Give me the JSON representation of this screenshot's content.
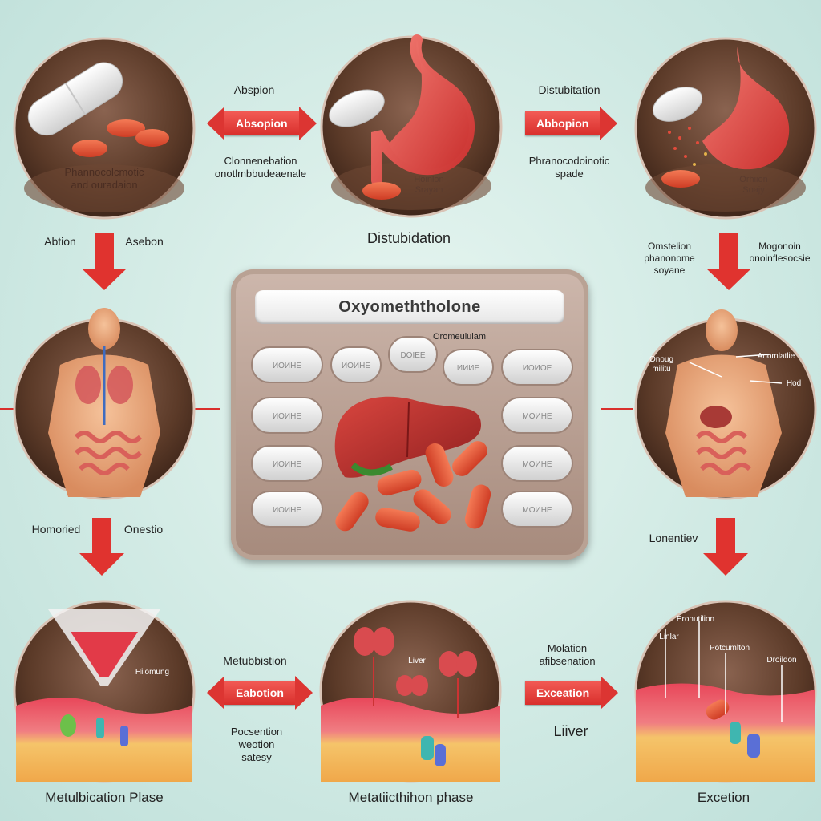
{
  "colors": {
    "accent_red": "#d92f2c",
    "pill_orange": "#e2553a",
    "circle_bg": "#5b3a28",
    "background": "#cfe9e3"
  },
  "top_row": {
    "circle1_label": "Phannocolcmotic\nand ouradaion",
    "circle2_label": "Hoinlon\nSrayan",
    "circle3_label": "Orhiion\nSoajy",
    "tag1": "Absopion",
    "tag1_heading": "Abspion",
    "tag1_caption": "Clonnenebation\nonotlmbbudeaenale",
    "tag2": "Abbopion",
    "tag2_heading": "Distubitation",
    "tag2_caption": "Phranocodoinotic\nspade",
    "center_caption": "Distubidation"
  },
  "side_labels": {
    "left_top_a": "Abtion",
    "left_top_b": "Asebon",
    "right_top_a": "Omstelion\nphanonome\nsoyane",
    "right_top_b": "Mogonoin\nonoinflesocsie",
    "left_bottom_a": "Homoried",
    "left_bottom_b": "Onestio",
    "right_bottom": "Lonentiev"
  },
  "middle_row": {
    "right_callout_1": "Onoug\nmilitu",
    "right_callout_2": "Anomlatlie",
    "right_callout_3": "Hod"
  },
  "panel": {
    "title": "Oxyomeththolone",
    "subtitle": "Oromeululam",
    "pill_labels": [
      "ИОИНЕ",
      "ИОИНЕ",
      "DOIEE",
      "ИИИЕ",
      "ИОИОЕ",
      "ИОИНЕ",
      "МОИНЕ",
      "ИОИНЕ",
      "МОИНЕ",
      "ИОИНЕ",
      "МОИНЕ"
    ]
  },
  "bottom_row": {
    "circle1_label": "Hilomung",
    "circle2_label": "Liver",
    "circle3_label_1": "Eronutilion",
    "circle3_label_2": "Linlar",
    "circle3_label_3": "Potcumlton",
    "circle3_label_4": "Droildon",
    "tag3": "Eabotion",
    "tag3_heading": "Metubbistion",
    "tag3_caption": "Pocsention\nweotion\nsatesy",
    "tag4": "Exceation",
    "tag4_heading": "Molation\nafibsenation",
    "tag4_caption": "Liiver",
    "caption1": "Metulbication Plase",
    "caption2": "Metatiicthihon phase",
    "caption3": "Excetion"
  }
}
